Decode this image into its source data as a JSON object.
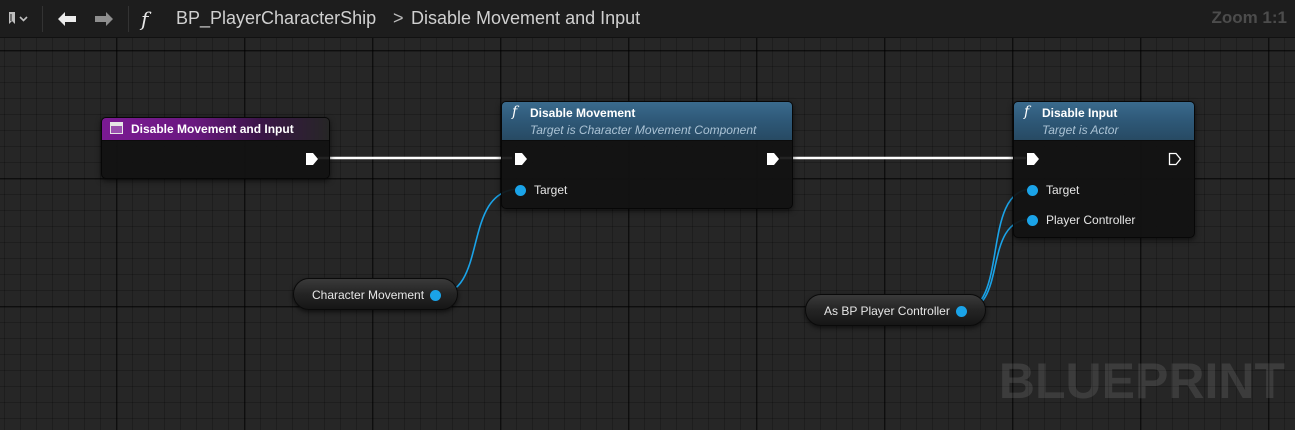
{
  "topbar": {
    "breadcrumb_graph": "BP_PlayerCharacterShip",
    "breadcrumb_separator": ">",
    "breadcrumb_function": "Disable Movement and Input",
    "function_symbol": "f",
    "zoom": "Zoom 1:1"
  },
  "nodes": {
    "entry": {
      "title": "Disable Movement and Input"
    },
    "disable_movement": {
      "title": "Disable Movement",
      "subtitle": "Target is Character Movement Component",
      "target_label": "Target"
    },
    "disable_input": {
      "title": "Disable Input",
      "subtitle": "Target is Actor",
      "target_label": "Target",
      "player_controller_label": "Player Controller"
    },
    "character_movement": {
      "label": "Character Movement"
    },
    "as_bp_player_controller": {
      "label": "As BP Player Controller"
    }
  },
  "colors": {
    "event_header": "#7b1a93",
    "function_header": "#2e5877",
    "object_pin": "#1aa3e8",
    "exec_wire": "#ffffff"
  },
  "icons": [
    "bookmark-icon",
    "back-arrow-icon",
    "forward-arrow-icon",
    "function-icon"
  ],
  "watermark": "BLUEPRINT"
}
